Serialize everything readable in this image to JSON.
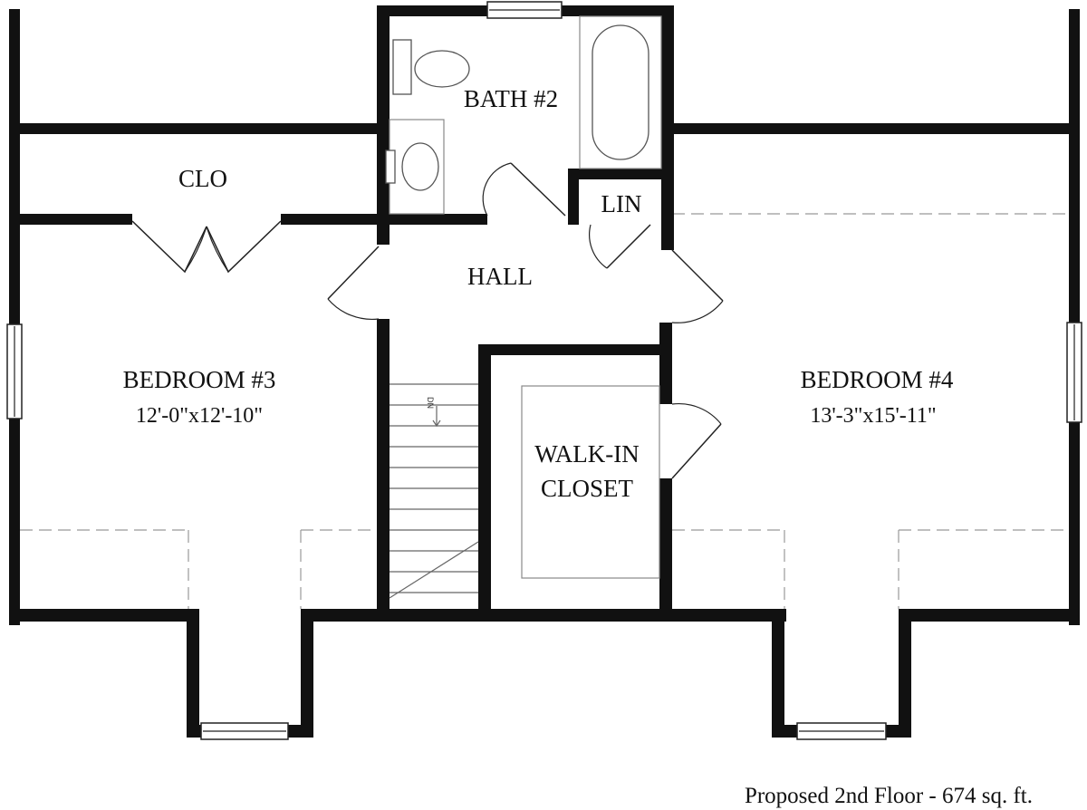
{
  "rooms": {
    "bath2": {
      "label": "BATH #2"
    },
    "clo": {
      "label": "CLO"
    },
    "lin": {
      "label": "LIN"
    },
    "hall": {
      "label": "HALL"
    },
    "bedroom3": {
      "label": "BEDROOM #3",
      "dimensions": "12'-0\"x12'-10\""
    },
    "bedroom4": {
      "label": "BEDROOM #4",
      "dimensions": "13'-3\"x15'-11\""
    },
    "walkin": {
      "label_line1": "WALK-IN",
      "label_line2": "CLOSET"
    }
  },
  "stairs": {
    "label": "DN"
  },
  "caption": "Proposed 2nd Floor - 674 sq. ft."
}
